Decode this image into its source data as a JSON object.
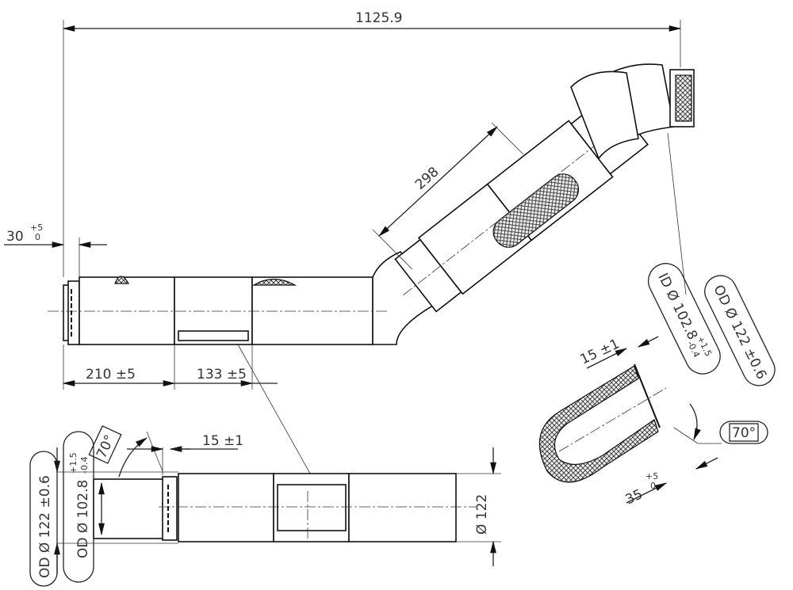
{
  "drawing": {
    "overall_length": "1125.9",
    "end_offset": {
      "value": "30",
      "tol_upper": "+5",
      "tol_lower": "0"
    },
    "angled_length": "298",
    "seg1": "210 ±5",
    "seg2": "133 ±5",
    "detail_right": {
      "id_label": "ID Ø 102.8",
      "id_tol_upper": "+1.5",
      "id_tol_lower": "-0.4",
      "od_label": "OD Ø 122 ±0.6",
      "insert": "15 ±1",
      "angle": "70°",
      "length": {
        "value": "35",
        "tol_upper": "+5",
        "tol_lower": "0"
      }
    },
    "detail_bottom": {
      "od_label": "OD Ø 122 ±0.6",
      "od2_label": "OD Ø 102.8",
      "od2_tol_upper": "+1.5",
      "od2_tol_lower": "-0.4",
      "angle": "70°",
      "insert": "15 ±1",
      "diameter": "Ø 122"
    }
  }
}
